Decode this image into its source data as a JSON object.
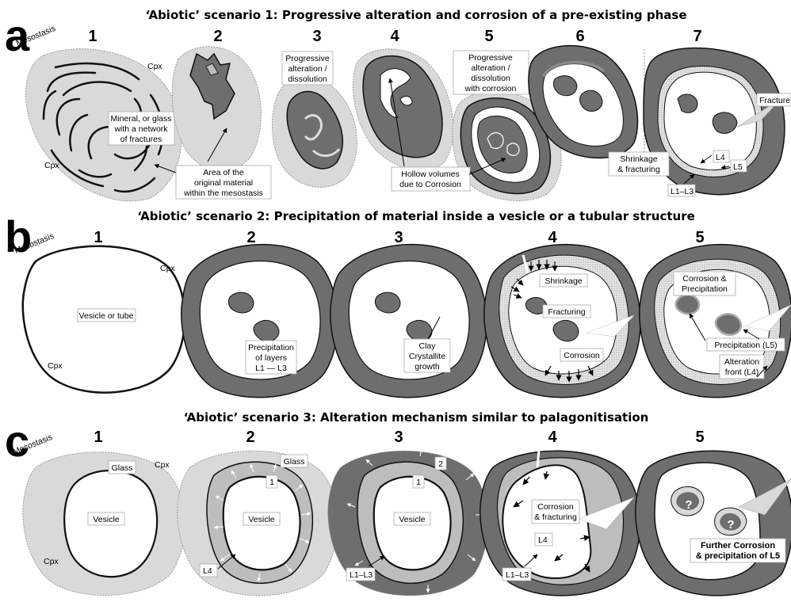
{
  "rows": [
    {
      "letter": "a",
      "title": "‘Abiotic’ scenario 1: Progressive alteration and corrosion of a pre-existing phase",
      "steps": [
        "1",
        "2",
        "3",
        "4",
        "5",
        "6",
        "7"
      ],
      "labels": {
        "mesostasis": "Mesostasis",
        "cpx_top": "Cpx",
        "cpx_left": "Cpx",
        "mineral": [
          "Mineral, or glass",
          "with a network",
          "of fractures"
        ],
        "area": [
          "Area of the",
          "original material",
          "within the mesostasis"
        ],
        "prog3": [
          "Progressive",
          "alteration /",
          "dissolution"
        ],
        "prog5": [
          "Progressive",
          "alteration /",
          "dissolution",
          "with corrosion"
        ],
        "hollow": [
          "Hollow volumes",
          "due to Corrosion"
        ],
        "shrink": [
          "Shrinkage",
          "& fracturing"
        ],
        "fracture": "Fracture",
        "l4": "L4",
        "l5": "L5",
        "l1l3": "L1–L3"
      }
    },
    {
      "letter": "b",
      "title": "‘Abiotic’ scenario 2: Precipitation of material inside a vesicle or a tubular structure",
      "steps": [
        "1",
        "2",
        "3",
        "4",
        "5"
      ],
      "labels": {
        "mesostasis": "Mesostasis",
        "cpx_top": "Cpx",
        "cpx_left": "Cpx",
        "vesicle": "Vesicle or tube",
        "precip": [
          "Precipitation",
          "of layers",
          "L1 — L3"
        ],
        "clay": [
          "Clay",
          "Crystallite",
          "growth"
        ],
        "shrinkage": "Shrinkage",
        "fracturing": "Fracturing",
        "corrosion": "Corrosion",
        "corrprecip": [
          "Corrosion &",
          "Precipitation"
        ],
        "precipl5": "Precipitation (L5)",
        "altfront": [
          "Alteration",
          "front (L4)"
        ]
      }
    },
    {
      "letter": "c",
      "title": "‘Abiotic’ scenario 3: Alteration mechanism similar to palagonitisation",
      "steps": [
        "1",
        "2",
        "3",
        "4",
        "5"
      ],
      "labels": {
        "mesostasis": "Mesostasis",
        "cpx_top": "Cpx",
        "cpx_left": "Cpx",
        "glass": "Glass",
        "vesicle": "Vesicle",
        "one": "1",
        "two": "2",
        "l4": "L4",
        "l1l3": "L1–L3",
        "corrfrac": [
          "Corrosion",
          "& fracturing"
        ],
        "further": [
          "Further Corrosion",
          "& precipitation of L5"
        ],
        "question": "?"
      }
    }
  ],
  "colors": {
    "dark": "#6e6e6e",
    "light": "#d9d9d9",
    "mid": "#bdbdbd",
    "white": "#ffffff"
  }
}
